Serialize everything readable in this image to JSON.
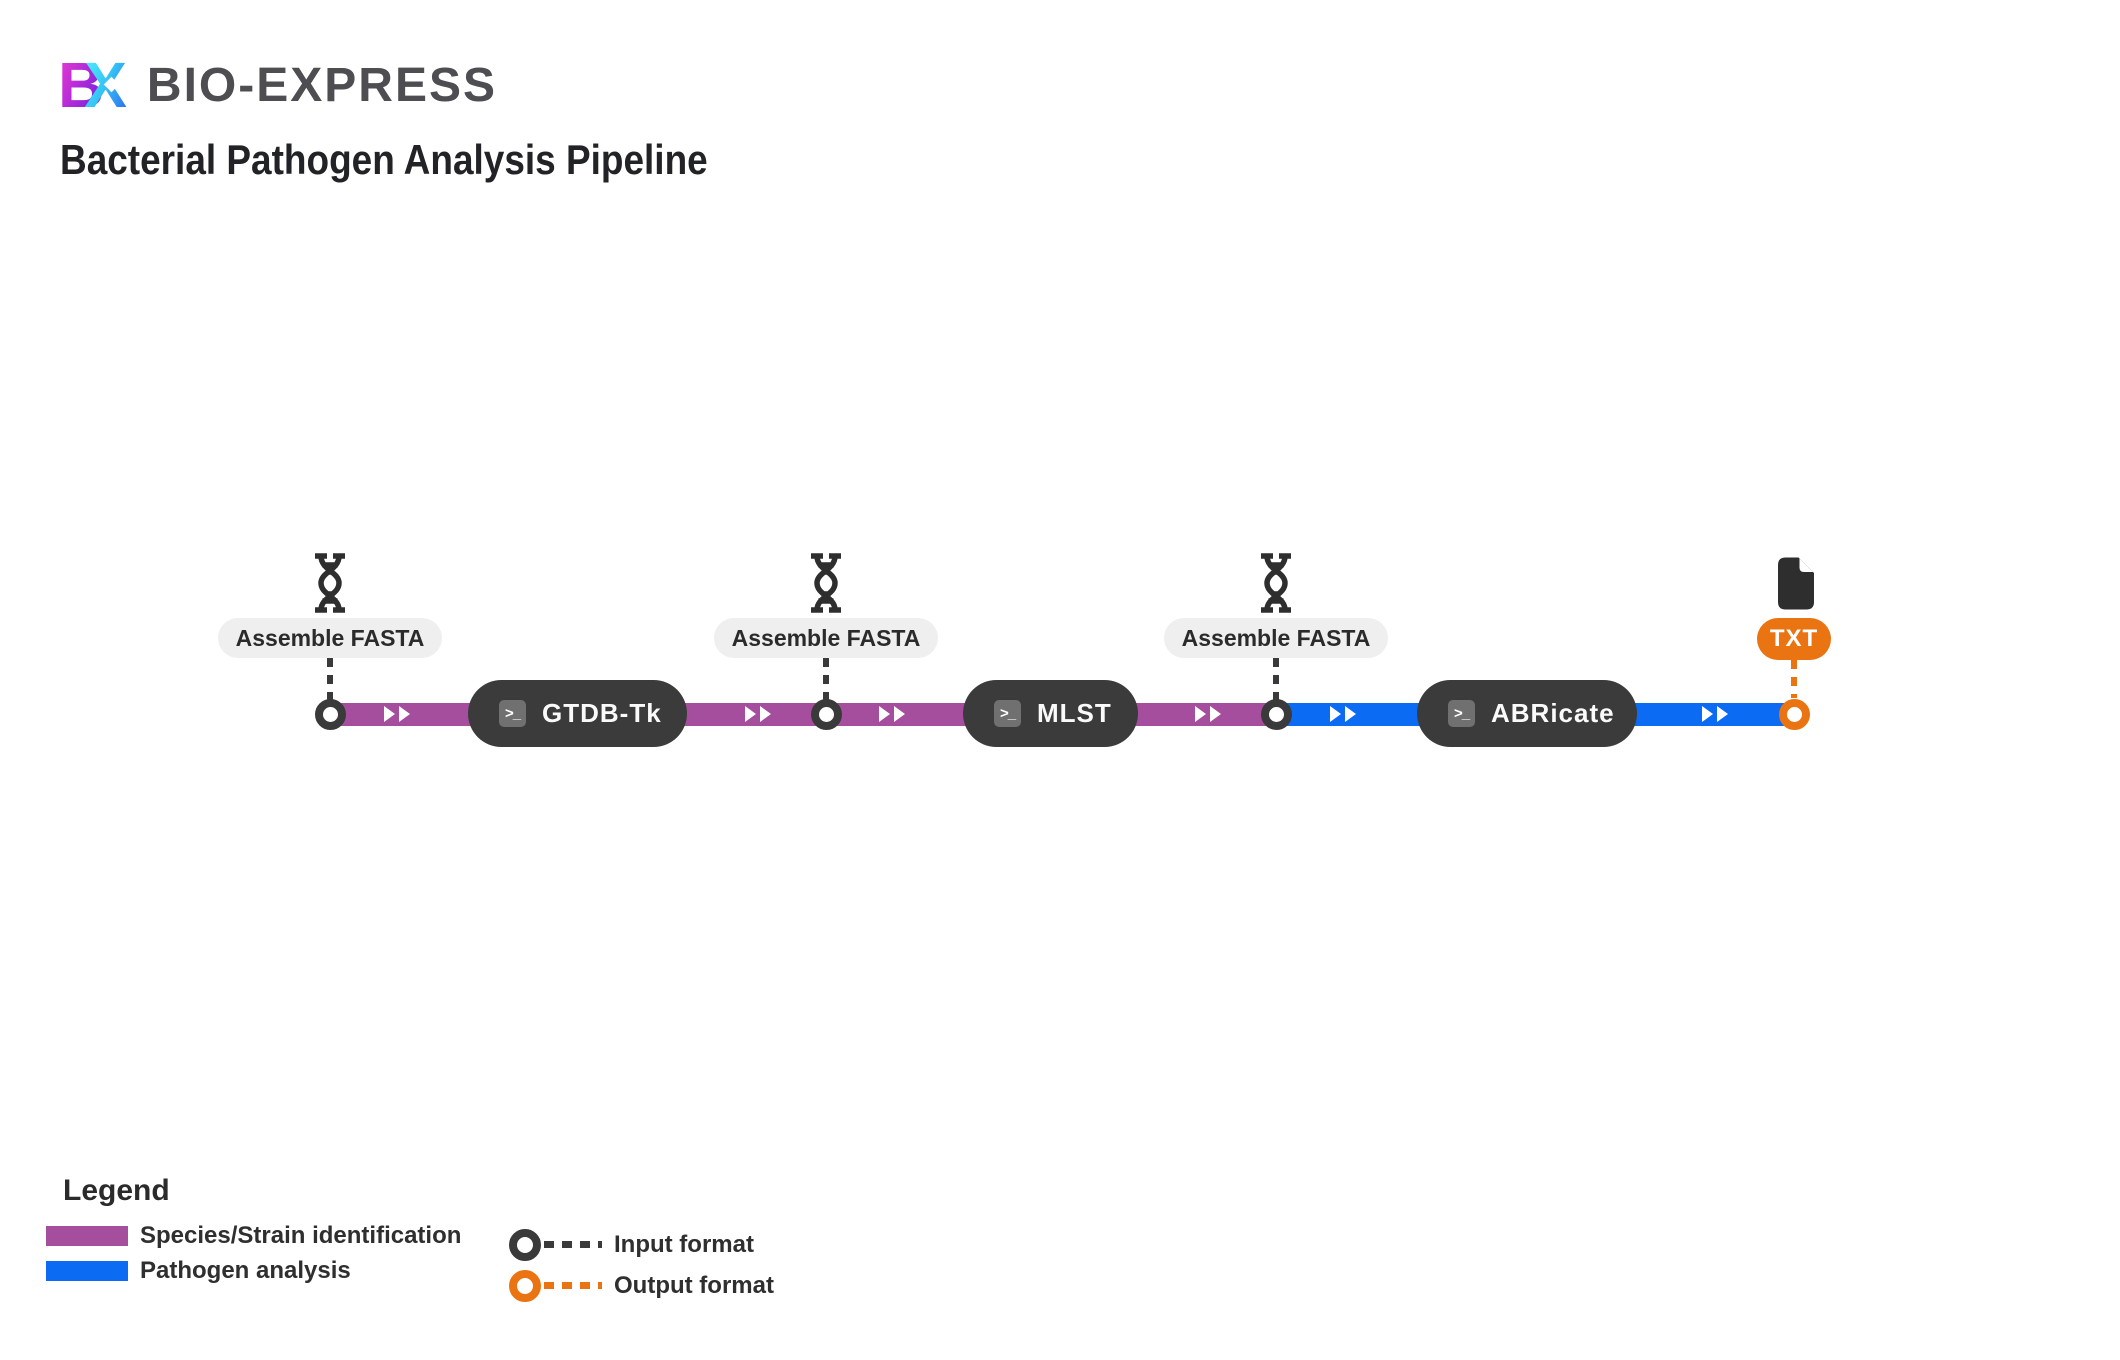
{
  "brand": {
    "mark_b": "B",
    "mark_x": "X",
    "name": "BIO-EXPRESS"
  },
  "page_title": "Bacterial Pathogen Analysis Pipeline",
  "pipeline": {
    "terminal_glyph": ">_",
    "inputs": [
      {
        "format_label": "Assemble FASTA",
        "icon": "dna-icon"
      },
      {
        "format_label": "Assemble FASTA",
        "icon": "dna-icon"
      },
      {
        "format_label": "Assemble FASTA",
        "icon": "dna-icon"
      }
    ],
    "nodes": [
      {
        "label": "GTDB-Tk"
      },
      {
        "label": "MLST"
      },
      {
        "label": "ABRicate"
      }
    ],
    "output": {
      "format_label": "TXT",
      "icon": "file-icon"
    },
    "colors": {
      "species_strain_edge": "#A44E9D",
      "pathogen_edge": "#0B6BF3",
      "output_accent": "#EA7412",
      "node_background": "#3B3B3B",
      "input_accent": "#3A3A3A"
    }
  },
  "legend": {
    "heading": "Legend",
    "series": [
      {
        "label": "Species/Strain identification",
        "color": "#A44E9D"
      },
      {
        "label": "Pathogen analysis",
        "color": "#0B6BF3"
      }
    ],
    "formats": [
      {
        "label": "Input format",
        "color": "#3A3A3A"
      },
      {
        "label": "Output format",
        "color": "#EA7412"
      }
    ]
  }
}
